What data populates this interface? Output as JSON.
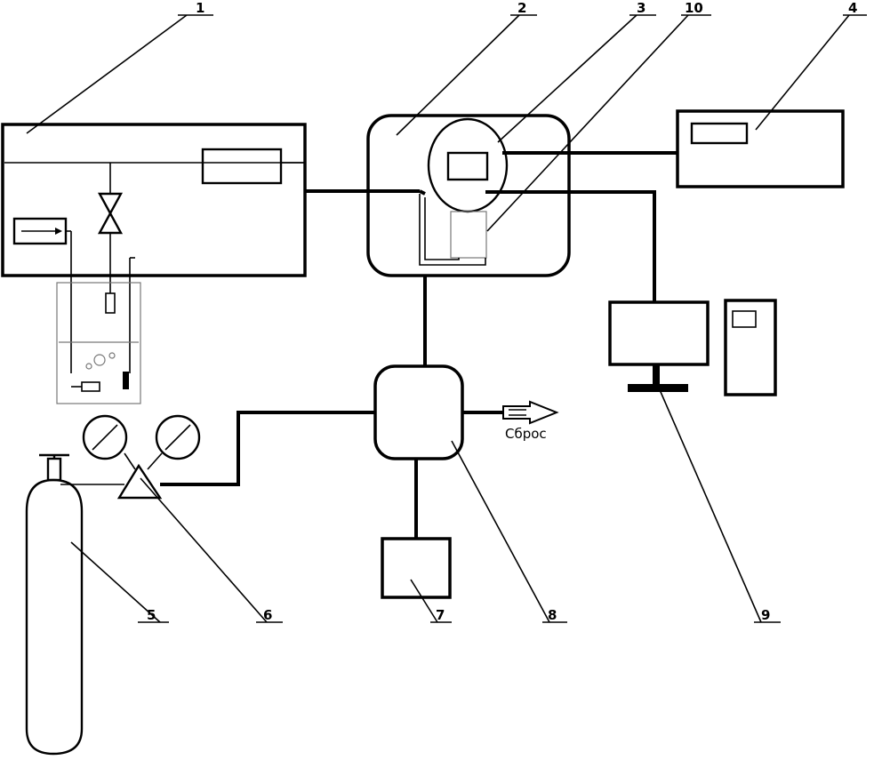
{
  "diagram": {
    "labels": {
      "n1": "1",
      "n2": "2",
      "n3": "3",
      "n4": "4",
      "n5": "5",
      "n6": "6",
      "n7": "7",
      "n8": "8",
      "n9": "9",
      "n10": "10"
    },
    "exhaust_label": "Сброс"
  }
}
